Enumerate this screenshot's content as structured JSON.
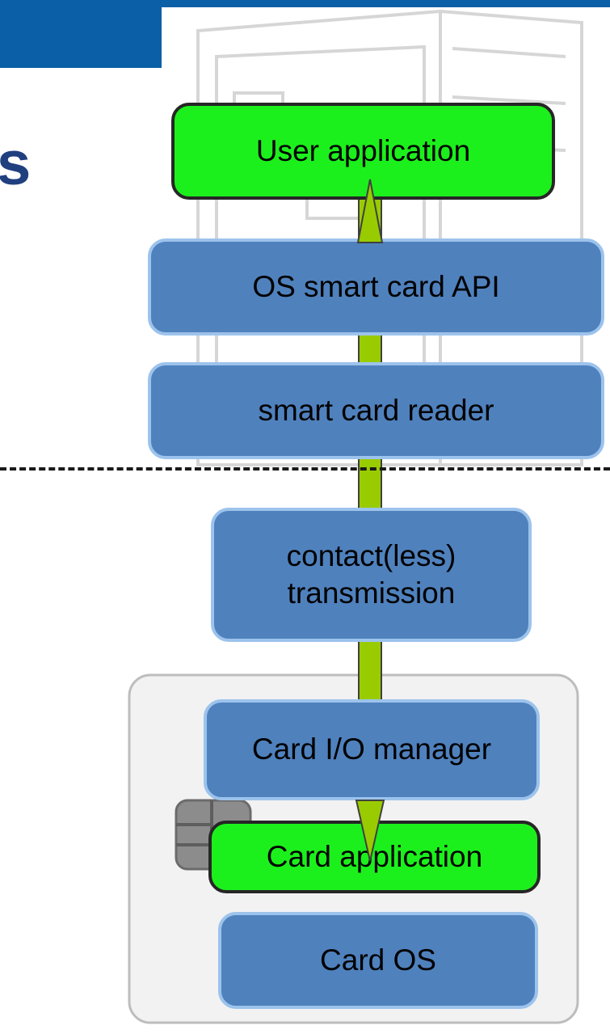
{
  "header": {
    "title_fragment": "s"
  },
  "diagram": {
    "host_layers": {
      "user_application": "User application",
      "os_api": "OS smart card API",
      "reader": "smart card reader"
    },
    "transmission": "contact(less)\ntransmission",
    "card_layers": {
      "io_manager": "Card I/O manager",
      "card_application": "Card application",
      "card_os": "Card OS"
    }
  },
  "colors": {
    "header_blue": "#0a5fa6",
    "layer_blue": "#4f81bd",
    "layer_border": "#9cc3ec",
    "application_green": "#1cf01c",
    "connector_green": "#99cc00"
  },
  "icons": [
    "desktop-computer-illustration",
    "smart-card-illustration",
    "chip-icon"
  ]
}
